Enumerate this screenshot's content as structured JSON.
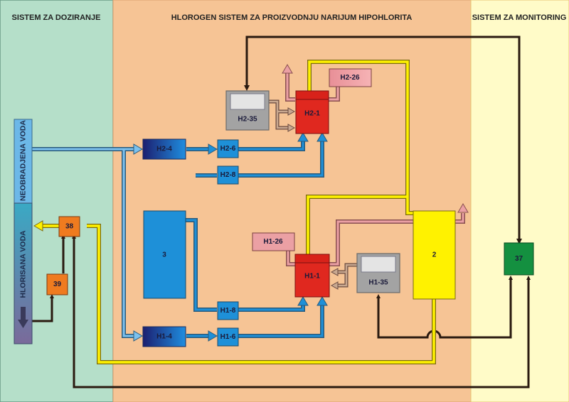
{
  "sections": {
    "dosing": {
      "title": "SISTEM ZA DOZIRANJE",
      "color": "#b5dfc9"
    },
    "chlorogen": {
      "title": "HLOROGEN SISTEM ZA PROIZVODNJU NARIJUM HIPOHLORITA",
      "color": "#f6c495"
    },
    "monitoring": {
      "title": "SISTEM ZA MONITORING",
      "color": "#fffbc8"
    }
  },
  "water_column": {
    "untreated_label": "NEOBRADJENA VODA",
    "chlorinated_label": "HLORISANA VODA",
    "untreated_color": "#6cb8e8",
    "chlorinated_color_top": "#3aa9c4",
    "chlorinated_color_bottom": "#7a6a9a"
  },
  "blocks": {
    "h2_35": "H2-35",
    "h2_1": "H2-1",
    "h2_26": "H2-26",
    "h2_4": "H2-4",
    "h2_6": "H2-6",
    "h2_8": "H2-8",
    "tank_3": "3",
    "h1_26": "H1-26",
    "h1_1": "H1-1",
    "h1_35": "H1-35",
    "h1_8": "H1-8",
    "h1_4": "H1-4",
    "h1_6": "H1-6",
    "tank_2": "2",
    "unit_37": "37",
    "unit_38": "38",
    "unit_39": "39"
  },
  "colors": {
    "reactor_red": "#e0281f",
    "blue_pipe": "#1e90d8",
    "blue_dark": "#1c1f70",
    "yellow_line": "#fff200",
    "pink_gas": "#eba0a4",
    "signal_dark": "#2a1a10",
    "gray_unit": "#a3a3a3",
    "orange_unit": "#ef7b1f",
    "green_unit": "#149040"
  }
}
